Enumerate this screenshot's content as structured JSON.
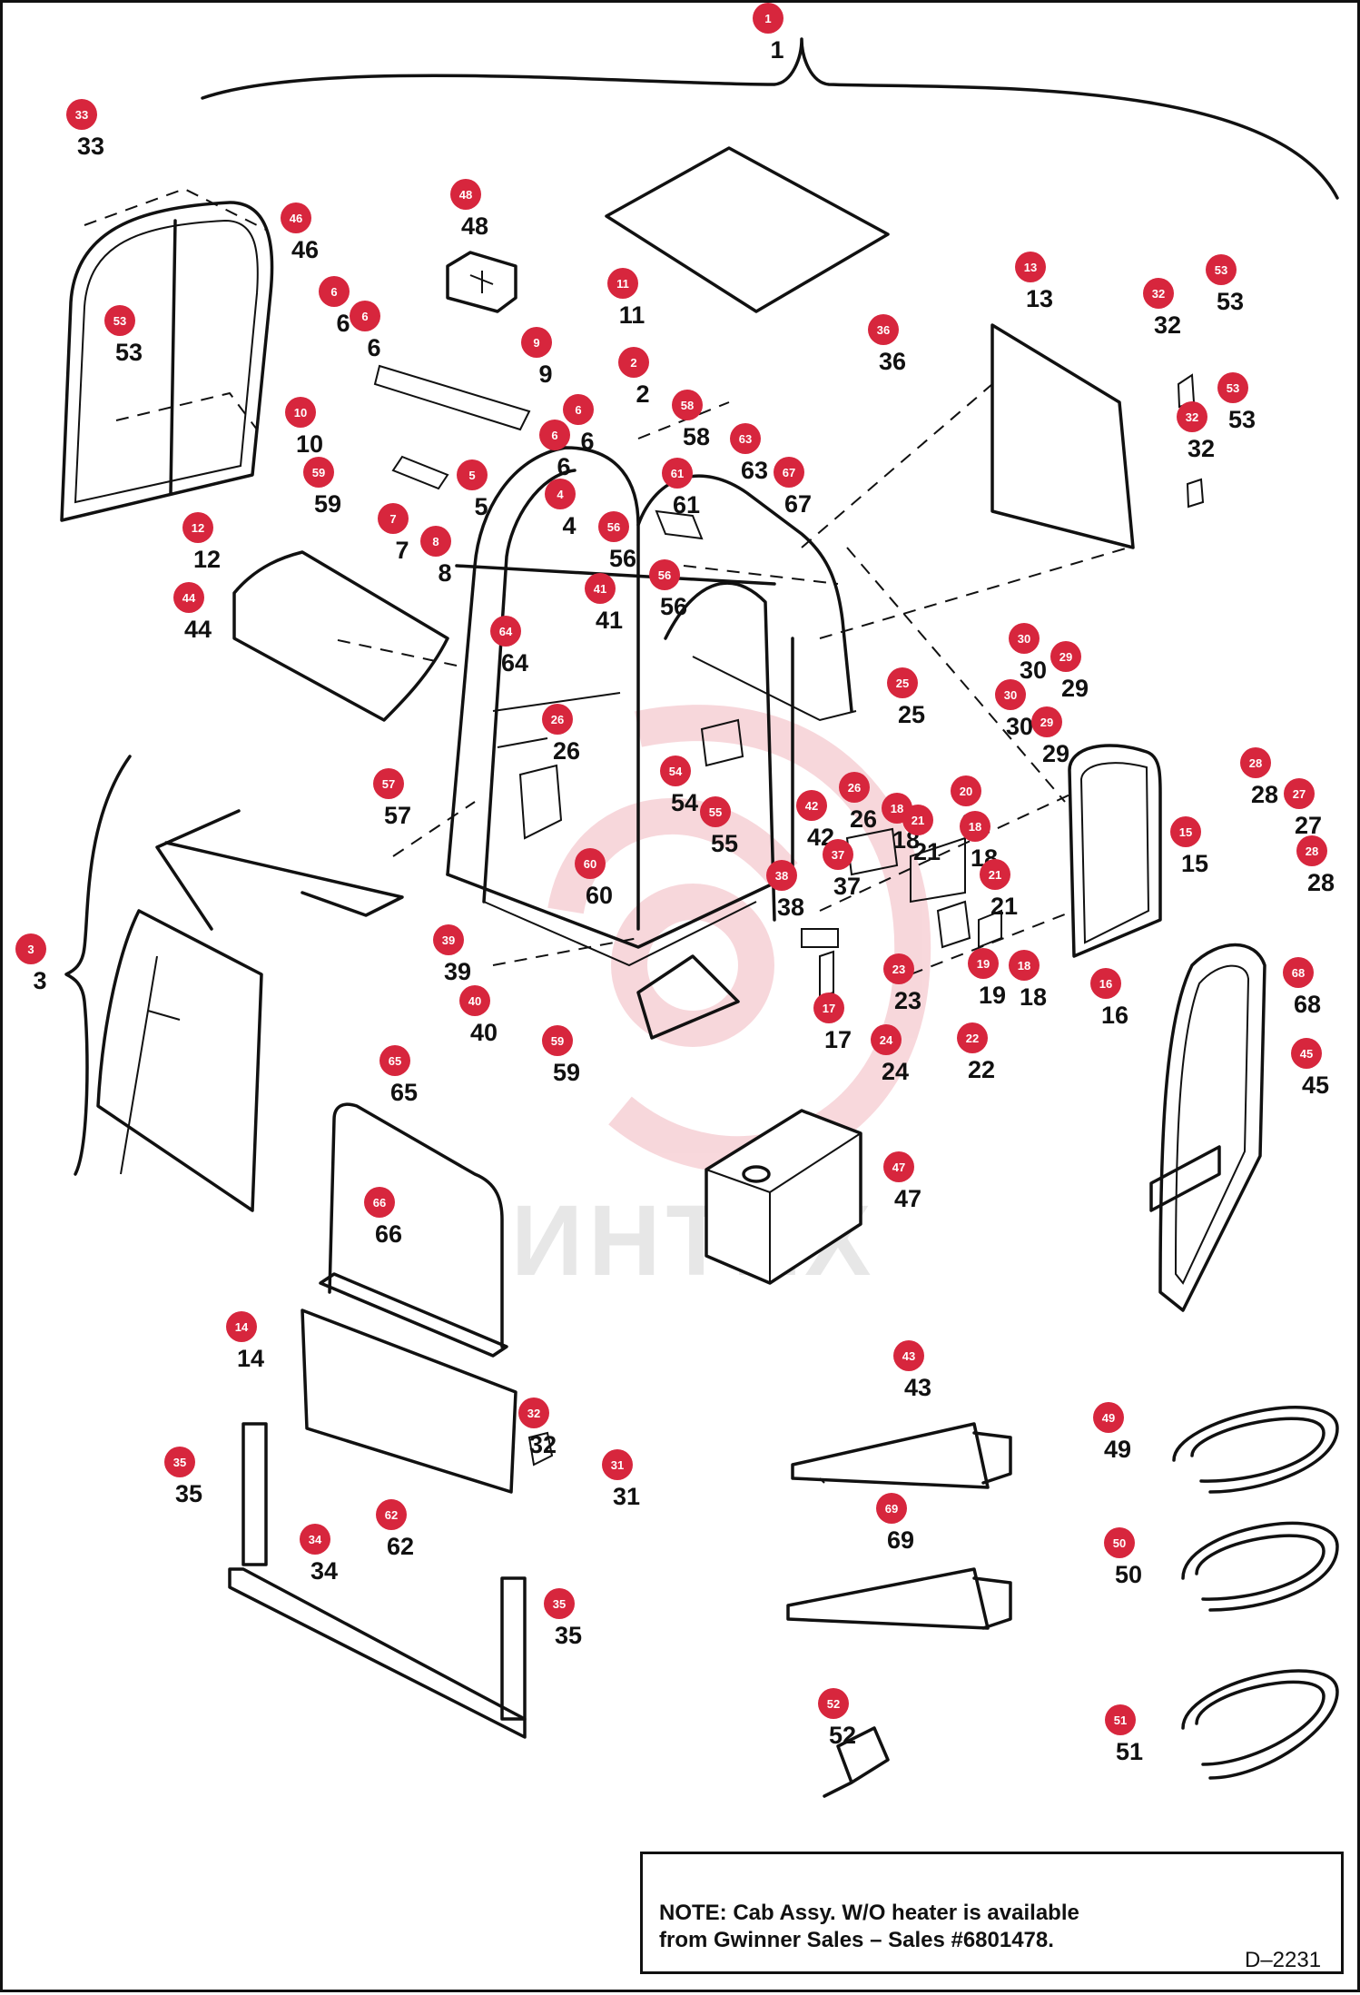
{
  "diagram": {
    "drawing_id": "D–2231",
    "note": {
      "label": "NOTE:",
      "line1": "Cab Assy. W/O heater is available",
      "line2": "from Gwinner Sales – Sales #6801478."
    },
    "watermark": "ИНТЕХ",
    "colors": {
      "callout": "#d7263d",
      "line": "#111111",
      "watermark": "#e8a0a0"
    },
    "callouts": [
      {
        "n": "1"
      },
      {
        "n": "33"
      },
      {
        "n": "46"
      },
      {
        "n": "48"
      },
      {
        "n": "11"
      },
      {
        "n": "53"
      },
      {
        "n": "6"
      },
      {
        "n": "6"
      },
      {
        "n": "9"
      },
      {
        "n": "2"
      },
      {
        "n": "10"
      },
      {
        "n": "6"
      },
      {
        "n": "58"
      },
      {
        "n": "6"
      },
      {
        "n": "63"
      },
      {
        "n": "59"
      },
      {
        "n": "5"
      },
      {
        "n": "61"
      },
      {
        "n": "67"
      },
      {
        "n": "7"
      },
      {
        "n": "8"
      },
      {
        "n": "4"
      },
      {
        "n": "56"
      },
      {
        "n": "56"
      },
      {
        "n": "12"
      },
      {
        "n": "41"
      },
      {
        "n": "44"
      },
      {
        "n": "64"
      },
      {
        "n": "13"
      },
      {
        "n": "32"
      },
      {
        "n": "53"
      },
      {
        "n": "36"
      },
      {
        "n": "53"
      },
      {
        "n": "32"
      },
      {
        "n": "30"
      },
      {
        "n": "29"
      },
      {
        "n": "30"
      },
      {
        "n": "29"
      },
      {
        "n": "25"
      },
      {
        "n": "26"
      },
      {
        "n": "54"
      },
      {
        "n": "57"
      },
      {
        "n": "55"
      },
      {
        "n": "26"
      },
      {
        "n": "42"
      },
      {
        "n": "18"
      },
      {
        "n": "20"
      },
      {
        "n": "21"
      },
      {
        "n": "18"
      },
      {
        "n": "60"
      },
      {
        "n": "37"
      },
      {
        "n": "28"
      },
      {
        "n": "27"
      },
      {
        "n": "15"
      },
      {
        "n": "38"
      },
      {
        "n": "21"
      },
      {
        "n": "28"
      },
      {
        "n": "3"
      },
      {
        "n": "39"
      },
      {
        "n": "23"
      },
      {
        "n": "19"
      },
      {
        "n": "18"
      },
      {
        "n": "16"
      },
      {
        "n": "68"
      },
      {
        "n": "40"
      },
      {
        "n": "17"
      },
      {
        "n": "59"
      },
      {
        "n": "24"
      },
      {
        "n": "22"
      },
      {
        "n": "45"
      },
      {
        "n": "65"
      },
      {
        "n": "47"
      },
      {
        "n": "66"
      },
      {
        "n": "14"
      },
      {
        "n": "43"
      },
      {
        "n": "32"
      },
      {
        "n": "49"
      },
      {
        "n": "35"
      },
      {
        "n": "31"
      },
      {
        "n": "62"
      },
      {
        "n": "69"
      },
      {
        "n": "34"
      },
      {
        "n": "50"
      },
      {
        "n": "35"
      },
      {
        "n": "52"
      },
      {
        "n": "51"
      }
    ]
  }
}
